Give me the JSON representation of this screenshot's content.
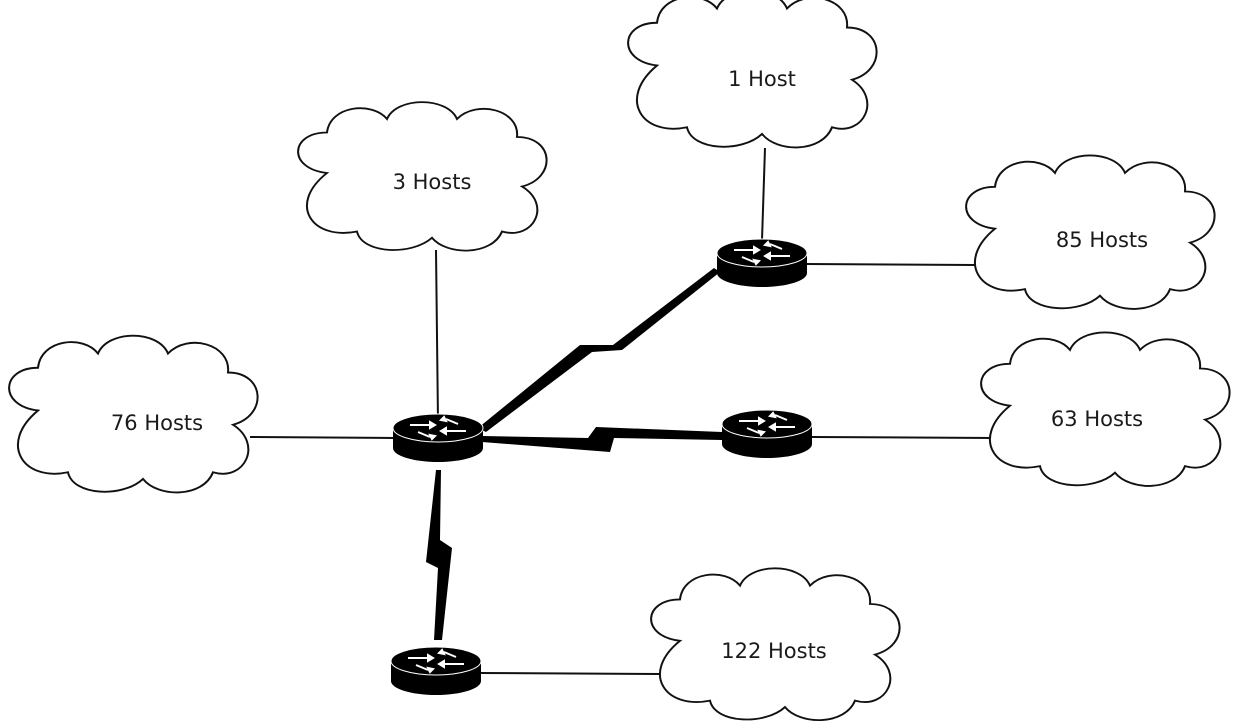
{
  "diagram": {
    "title": "",
    "networks": [
      {
        "id": "lan-1-host",
        "label": "1 Host"
      },
      {
        "id": "lan-3-hosts",
        "label": "3 Hosts"
      },
      {
        "id": "lan-85-hosts",
        "label": "85 Hosts"
      },
      {
        "id": "lan-76-hosts",
        "label": "76 Hosts"
      },
      {
        "id": "lan-63-hosts",
        "label": "63 Hosts"
      },
      {
        "id": "lan-122-hosts",
        "label": "122 Hosts"
      }
    ],
    "routers": [
      {
        "id": "router-central"
      },
      {
        "id": "router-top-right"
      },
      {
        "id": "router-middle-right"
      },
      {
        "id": "router-bottom"
      }
    ],
    "connections": [
      {
        "from": "router-central",
        "to": "lan-3-hosts",
        "type": "ethernet"
      },
      {
        "from": "router-central",
        "to": "lan-76-hosts",
        "type": "ethernet"
      },
      {
        "from": "router-central",
        "to": "router-top-right",
        "type": "serial"
      },
      {
        "from": "router-central",
        "to": "router-middle-right",
        "type": "serial"
      },
      {
        "from": "router-central",
        "to": "router-bottom",
        "type": "serial"
      },
      {
        "from": "router-top-right",
        "to": "lan-1-host",
        "type": "ethernet"
      },
      {
        "from": "router-top-right",
        "to": "lan-85-hosts",
        "type": "ethernet"
      },
      {
        "from": "router-middle-right",
        "to": "lan-63-hosts",
        "type": "ethernet"
      },
      {
        "from": "router-bottom",
        "to": "lan-122-hosts",
        "type": "ethernet"
      }
    ],
    "colors": {
      "line": "#111111",
      "router": "#000000",
      "cloud_fill": "#ffffff",
      "label": "#1a1a1a"
    }
  }
}
